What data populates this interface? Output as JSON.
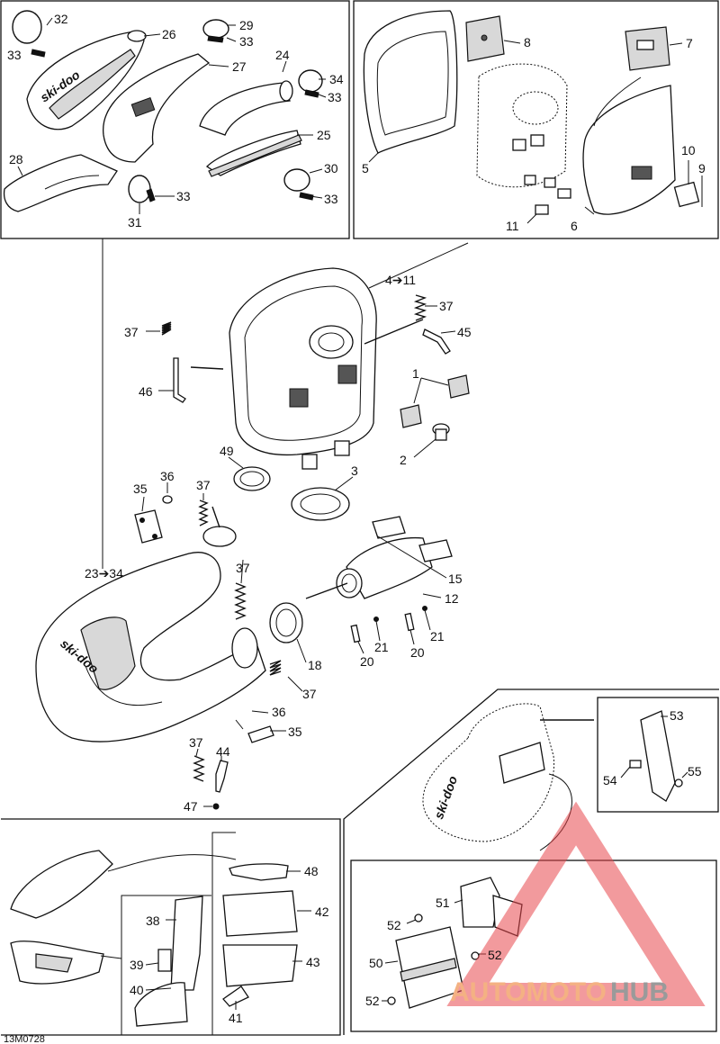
{
  "diagram": {
    "reference_code": "13M0728",
    "brand_mark": "ski-doo",
    "watermark": {
      "word_a": "AUTOMOTO",
      "word_b": "HUB",
      "triangle_color": "#e8474c",
      "word_a_color": "#f4b183",
      "word_b_color": "#9a9a9a"
    },
    "callouts": [
      {
        "id": "c32",
        "text": "32"
      },
      {
        "id": "c33a",
        "text": "33"
      },
      {
        "id": "c26",
        "text": "26"
      },
      {
        "id": "c29",
        "text": "29"
      },
      {
        "id": "c33b",
        "text": "33"
      },
      {
        "id": "c27",
        "text": "27"
      },
      {
        "id": "c24",
        "text": "24"
      },
      {
        "id": "c34",
        "text": "34"
      },
      {
        "id": "c33c",
        "text": "33"
      },
      {
        "id": "c25",
        "text": "25"
      },
      {
        "id": "c28",
        "text": "28"
      },
      {
        "id": "c30",
        "text": "30"
      },
      {
        "id": "c33d",
        "text": "33"
      },
      {
        "id": "c31",
        "text": "31"
      },
      {
        "id": "c33e",
        "text": "33"
      },
      {
        "id": "c8",
        "text": "8"
      },
      {
        "id": "c7",
        "text": "7"
      },
      {
        "id": "c5",
        "text": "5"
      },
      {
        "id": "c10",
        "text": "10"
      },
      {
        "id": "c9",
        "text": "9"
      },
      {
        "id": "c11",
        "text": "11"
      },
      {
        "id": "c6",
        "text": "6"
      },
      {
        "id": "c4to11",
        "text": "4➔11"
      },
      {
        "id": "c37a",
        "text": "37"
      },
      {
        "id": "c45",
        "text": "45"
      },
      {
        "id": "c37b",
        "text": "37"
      },
      {
        "id": "c1",
        "text": "1"
      },
      {
        "id": "c46",
        "text": "46"
      },
      {
        "id": "c2",
        "text": "2"
      },
      {
        "id": "c49",
        "text": "49"
      },
      {
        "id": "c3",
        "text": "3"
      },
      {
        "id": "c36a",
        "text": "36"
      },
      {
        "id": "c35a",
        "text": "35"
      },
      {
        "id": "c37c",
        "text": "37"
      },
      {
        "id": "c23to34",
        "text": "23➔34"
      },
      {
        "id": "c37d",
        "text": "37"
      },
      {
        "id": "c15",
        "text": "15"
      },
      {
        "id": "c12",
        "text": "12"
      },
      {
        "id": "c21a",
        "text": "21"
      },
      {
        "id": "c21b",
        "text": "21"
      },
      {
        "id": "c18",
        "text": "18"
      },
      {
        "id": "c20a",
        "text": "20"
      },
      {
        "id": "c20b",
        "text": "20"
      },
      {
        "id": "c37e",
        "text": "37"
      },
      {
        "id": "c36b",
        "text": "36"
      },
      {
        "id": "c35b",
        "text": "35"
      },
      {
        "id": "c37f",
        "text": "37"
      },
      {
        "id": "c44",
        "text": "44"
      },
      {
        "id": "c47",
        "text": "47"
      },
      {
        "id": "c53",
        "text": "53"
      },
      {
        "id": "c54",
        "text": "54"
      },
      {
        "id": "c55",
        "text": "55"
      },
      {
        "id": "c48",
        "text": "48"
      },
      {
        "id": "c42",
        "text": "42"
      },
      {
        "id": "c38",
        "text": "38"
      },
      {
        "id": "c43",
        "text": "43"
      },
      {
        "id": "c39",
        "text": "39"
      },
      {
        "id": "c40",
        "text": "40"
      },
      {
        "id": "c41",
        "text": "41"
      },
      {
        "id": "c51",
        "text": "51"
      },
      {
        "id": "c52a",
        "text": "52"
      },
      {
        "id": "c52b",
        "text": "52"
      },
      {
        "id": "c50",
        "text": "50"
      },
      {
        "id": "c52c",
        "text": "52"
      }
    ]
  }
}
